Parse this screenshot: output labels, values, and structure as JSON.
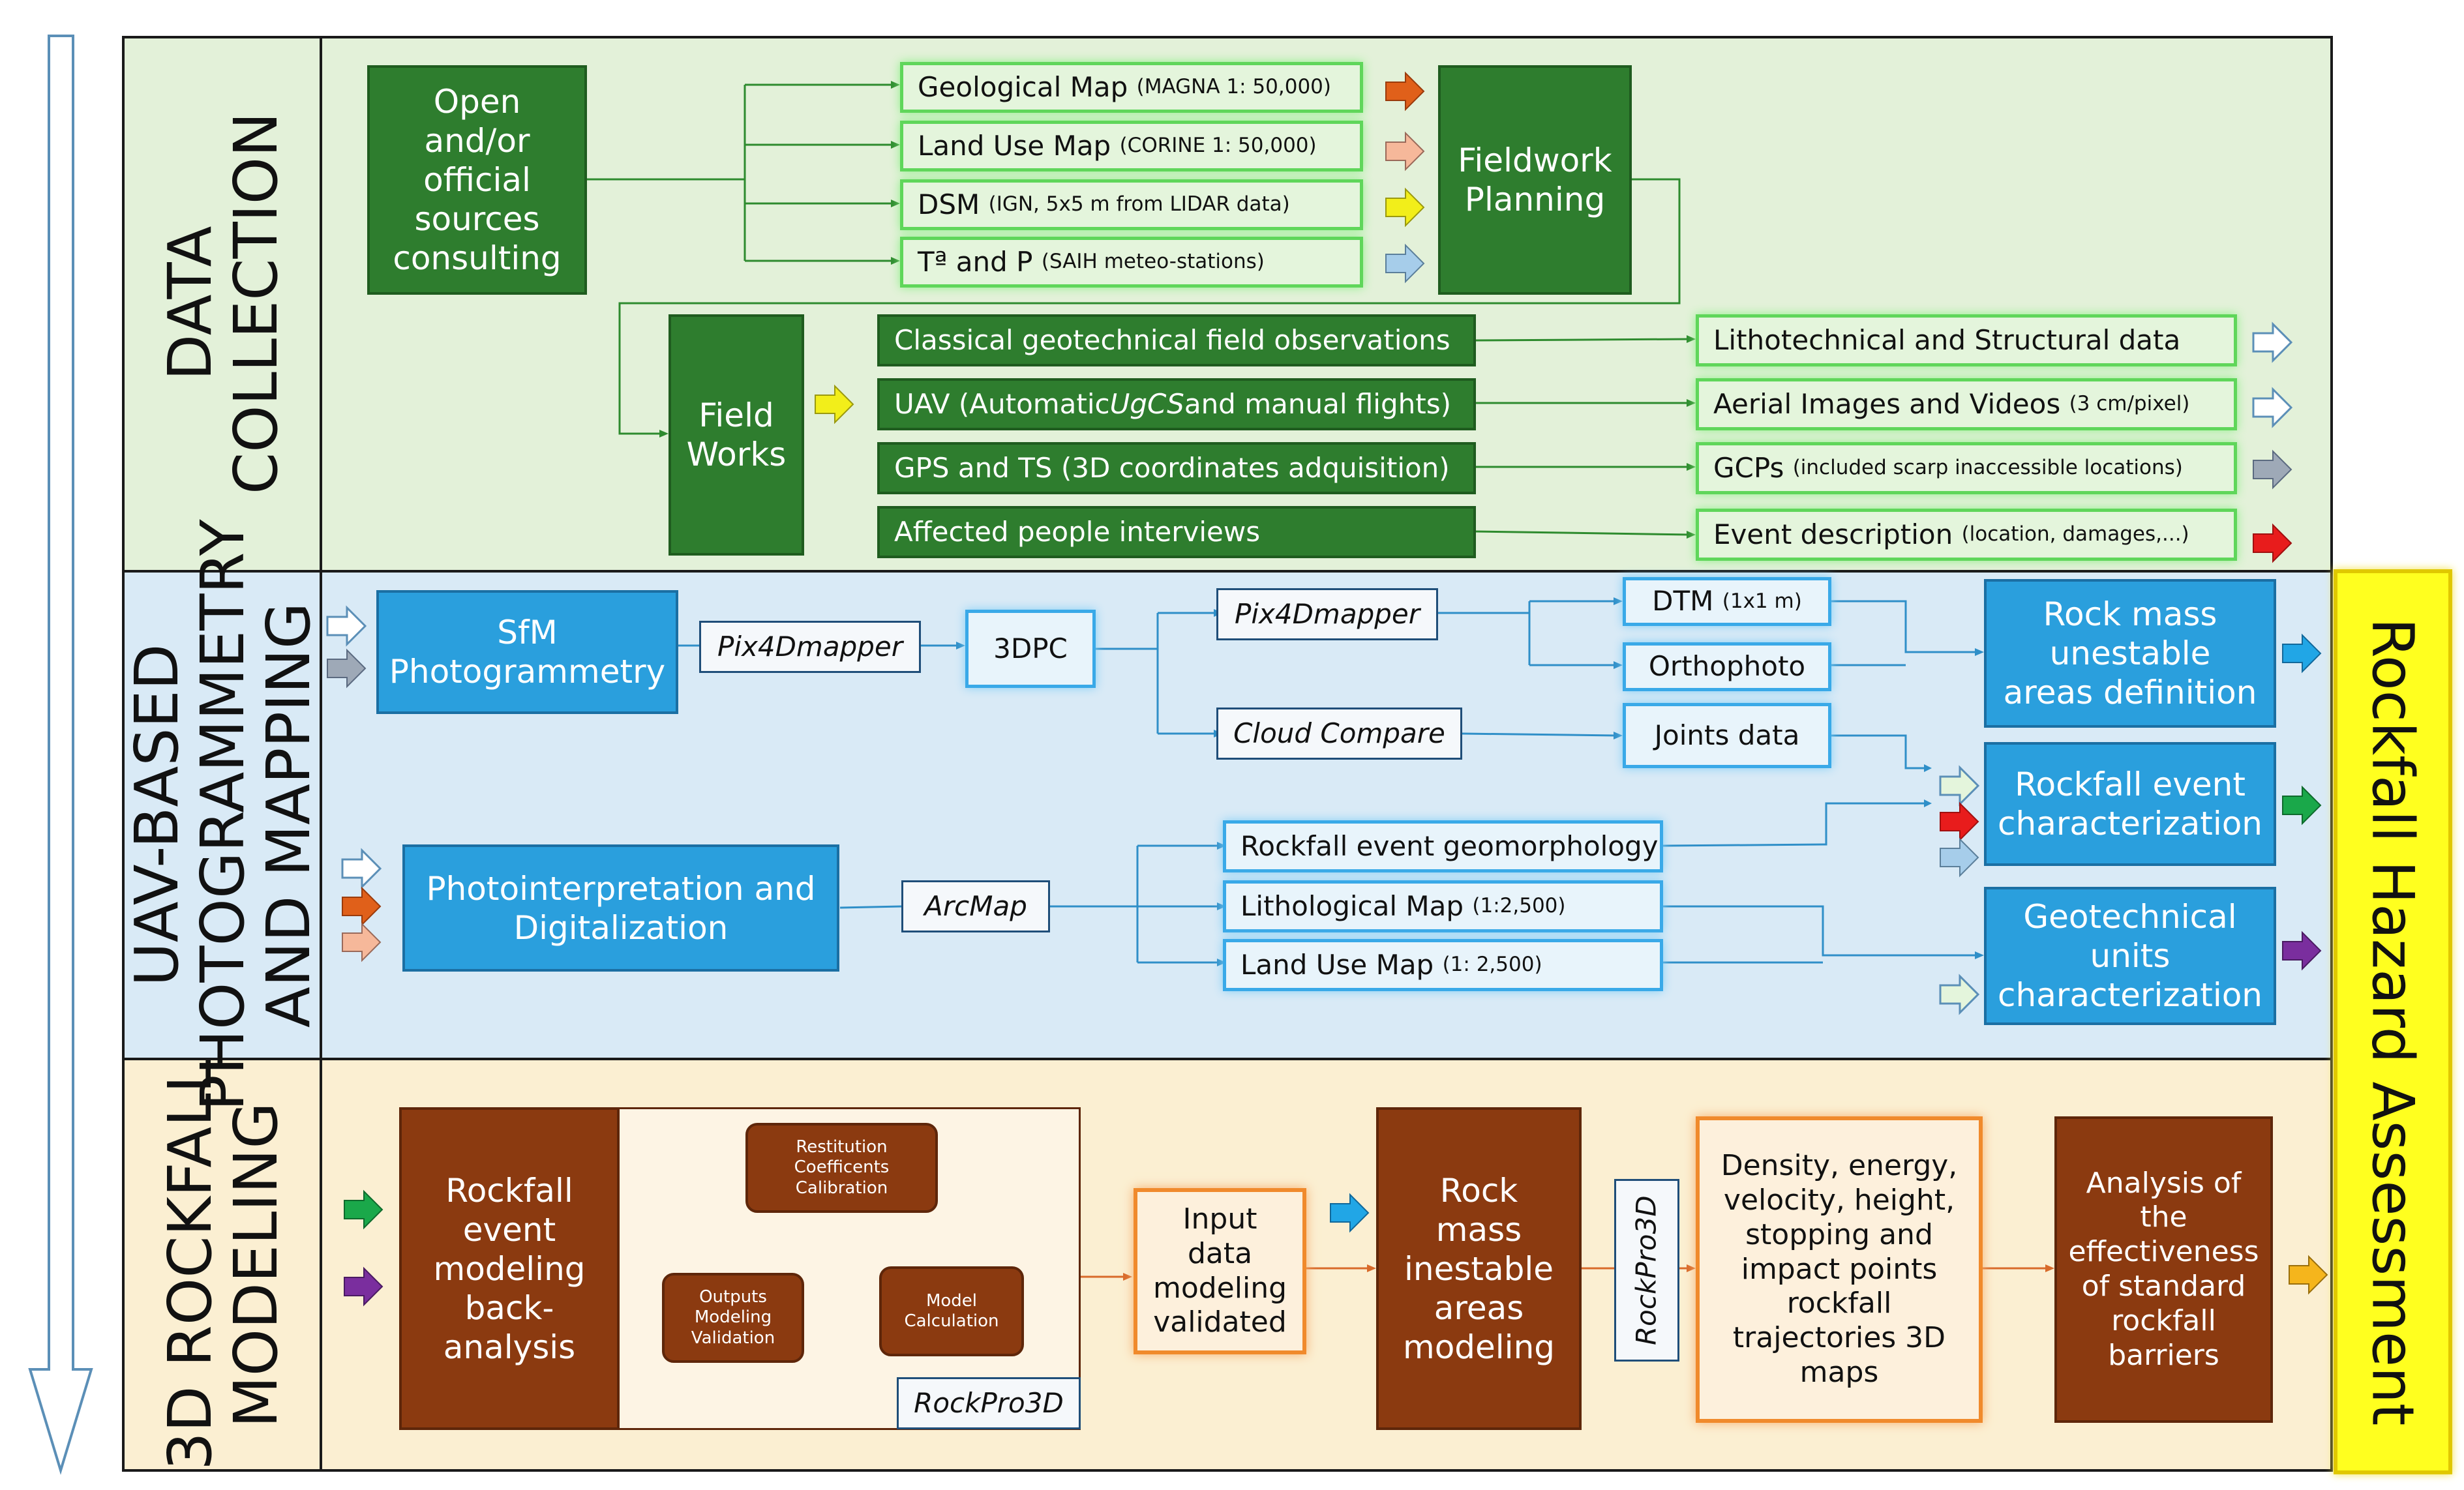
{
  "sections": {
    "data_collection": "DATA\nCOLLECTION",
    "uav": "UAV-BASED\nPHOTOGRAMMETRY\nAND MAPPING",
    "modeling": "3D ROCKFALL\nMODELING",
    "hazard": "Rockfall Hazard Assessment"
  },
  "data_collection": {
    "open_sources": "Open and/or official sources consulting",
    "geological_map": "Geological Map",
    "geological_map_note": "(MAGNA 1: 50,000)",
    "land_use_map": "Land Use Map",
    "land_use_map_note": "(CORINE 1: 50,000)",
    "dsm": "DSM",
    "dsm_note": "(IGN, 5x5 m from LIDAR data)",
    "tp": "Tª and P",
    "tp_note": "(SAIH meteo-stations)",
    "fieldwork_planning": "Fieldwork Planning",
    "field_works": "Field Works",
    "classical": "Classical geotechnical field observations",
    "uav_a": "UAV (Automatic ",
    "uav_b": "UgCS",
    "uav_c": " and manual flights)",
    "gps": "GPS and TS (3D coordinates adquisition)",
    "interviews": "Affected people interviews",
    "lithotechnical": "Lithotechnical and Structural data",
    "aerial": "Aerial Images and Videos",
    "aerial_note": "(3 cm/pixel)",
    "gcps": "GCPs",
    "gcps_note": "(included scarp inaccessible locations)",
    "event_desc": "Event description",
    "event_desc_note": "(location, damages,...)"
  },
  "uav": {
    "sfm": "SfM Photogrammetry",
    "pix4d_1": "Pix4Dmapper",
    "dpc": "3DPC",
    "pix4d_2": "Pix4Dmapper",
    "cloud_compare": "Cloud Compare",
    "dtm": "DTM",
    "dtm_note": "(1x1 m)",
    "orthophoto": "Orthophoto",
    "joints": "Joints data",
    "rock_mass_def": "Rockfall event characterization",
    "rock_mass_unestable": "Rock mass unestable areas definition",
    "photointerp": "Photointerpretation and Digitalization",
    "arcmap": "ArcMap",
    "geomorph": "Rockfall event geomorphology",
    "litho_map": "Lithological Map",
    "litho_map_note": "(1:2,500)",
    "land_use_2": "Land Use Map",
    "land_use_2_note": "(1: 2,500)",
    "geotech_units": "Geotechnical units characterization"
  },
  "modeling": {
    "backanalysis": "Rockfall event modeling back-analysis",
    "restitution": "Restitution Coefficents Calibration",
    "model_calc": "Model Calculation",
    "outputs": "Outputs Modeling Validation",
    "rockpro_1": "RockPro3D",
    "input_validated": "Input data modeling validated",
    "rock_mass_modeling": "Rock mass inestable areas modeling",
    "rockpro_2": "RockPro3D",
    "density": "Density, energy, velocity, height, stopping and impact points rockfall trajectories 3D maps",
    "analysis": "Analysis of the effectiveness of standard rockfall barriers"
  },
  "colors": {
    "orange_arrow": "#e0601a",
    "peach_arrow": "#f6b89a",
    "yellow_arrow": "#f2ee1a",
    "lightblue_arrow": "#a6cdea",
    "gray_arrow": "#9ea9b7",
    "red_arrow": "#e81c1c",
    "green_arrow": "#1aa84a",
    "purple_arrow": "#7a2e9e",
    "cyan_arrow": "#21a6e6",
    "gold_arrow": "#f5b51c",
    "white_arrow": "#ffffff",
    "lightgreen_arrow": "#e4f5dc"
  }
}
